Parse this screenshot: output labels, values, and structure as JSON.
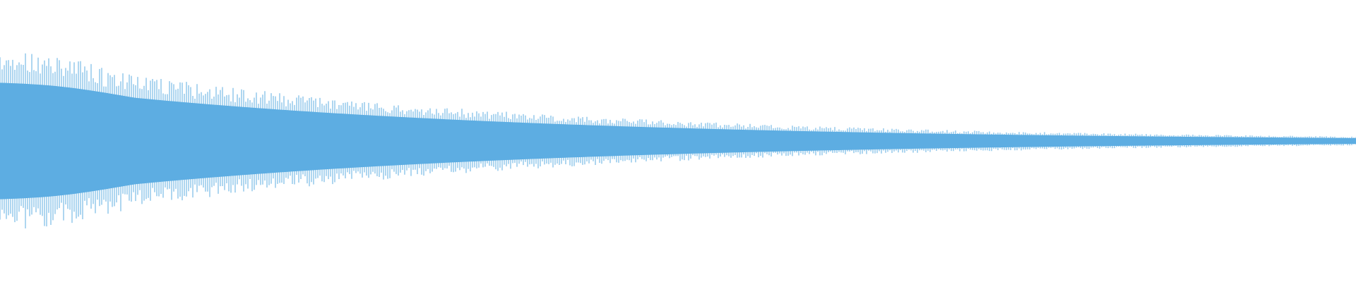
{
  "waveform": {
    "color": "#5dade2",
    "background": "#ffffff",
    "envelope": {
      "start_peak": 1.0,
      "end_peak": 0.05,
      "shape": "exponential-decay"
    }
  }
}
